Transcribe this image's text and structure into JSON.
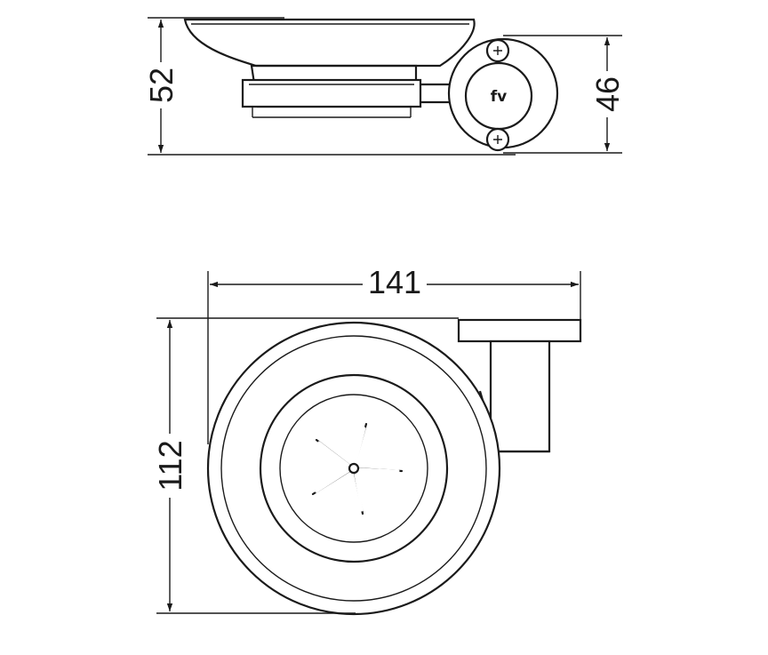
{
  "dimensions": {
    "side_height": "52",
    "mount_height": "46",
    "width": "141",
    "depth": "112"
  },
  "logo": "fv",
  "colors": {
    "line": "#1a1a1a",
    "background": "#ffffff"
  }
}
